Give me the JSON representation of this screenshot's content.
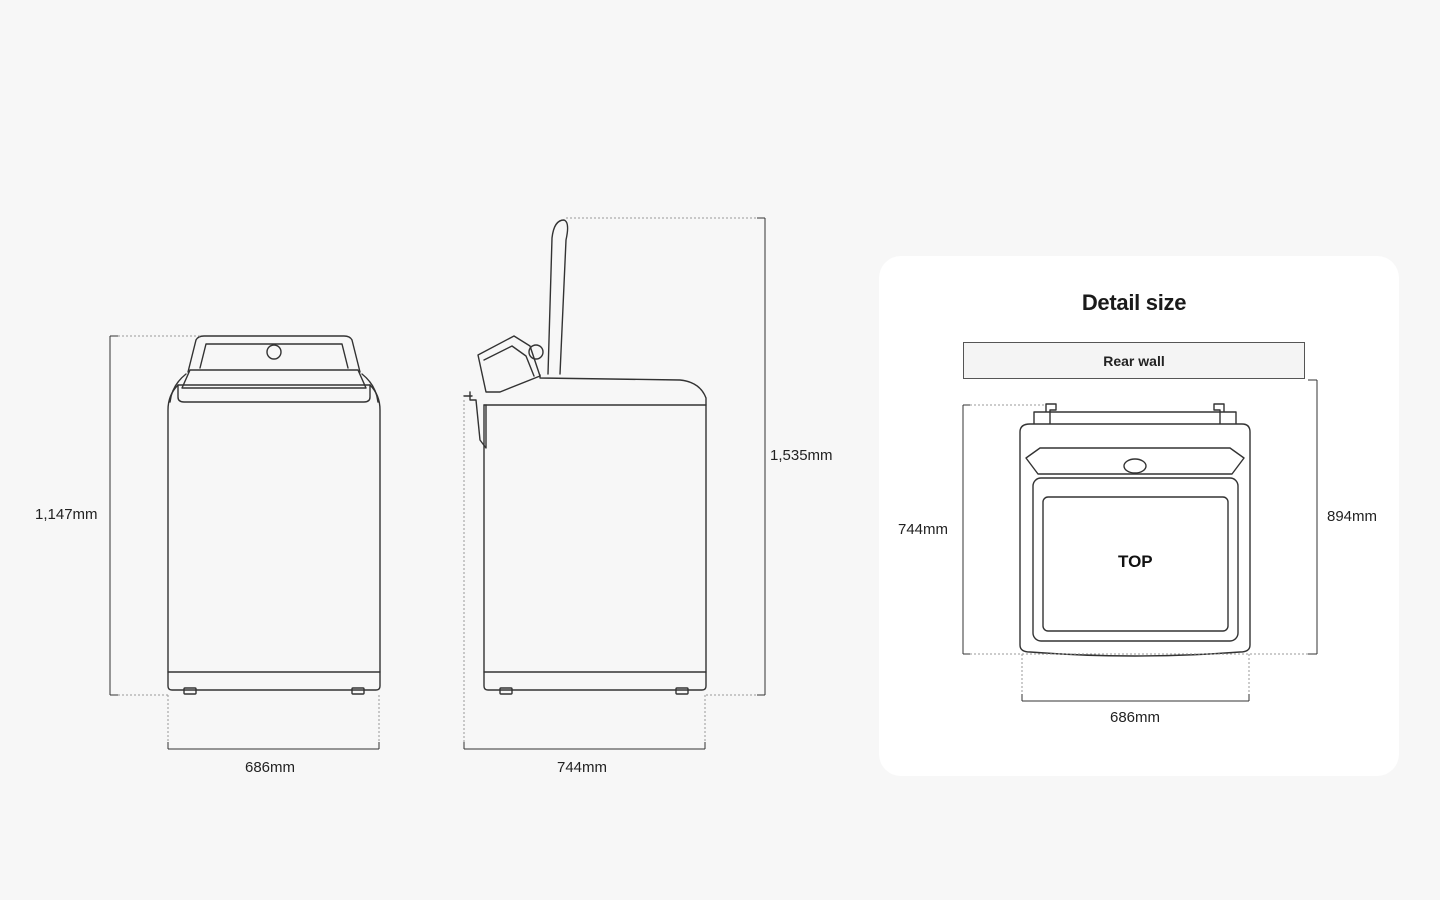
{
  "front_view": {
    "height_label": "1,147mm",
    "width_label": "686mm"
  },
  "side_view": {
    "height_label": "1,535mm",
    "depth_label": "744mm"
  },
  "detail": {
    "title": "Detail size",
    "rear_wall_label": "Rear wall",
    "top_label": "TOP",
    "depth_label": "744mm",
    "depth_with_clearance_label": "894mm",
    "width_label": "686mm"
  },
  "colors": {
    "background": "#f7f7f7",
    "card": "#ffffff",
    "line": "#333333",
    "dashed": "#9a9a9a"
  }
}
